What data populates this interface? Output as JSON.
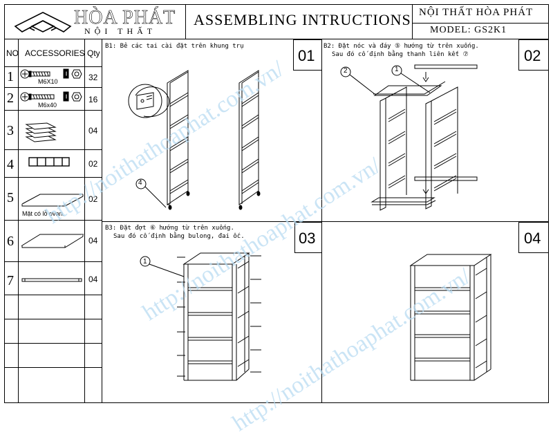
{
  "header": {
    "brand_name": "HÒA PHÁT",
    "brand_sub": "NỘI THẤT",
    "doc_title": "ASSEMBLING INTRUCTIONS",
    "company": "NỘI THẤT HÒA PHÁT",
    "model": "MODEL: GS2K1"
  },
  "table": {
    "col_no": "NO",
    "col_accessories": "ACCESSORIES",
    "col_qty": "Qty",
    "rows": [
      {
        "no": "1",
        "label": "M6X10",
        "qty": "32"
      },
      {
        "no": "2",
        "label": "M6x40",
        "qty": "16"
      },
      {
        "no": "3",
        "label": "",
        "qty": "04"
      },
      {
        "no": "4",
        "label": "",
        "qty": "02"
      },
      {
        "no": "5",
        "label": "Mặt có lỗ ovan.",
        "qty": "02"
      },
      {
        "no": "6",
        "label": "",
        "qty": "04"
      },
      {
        "no": "7",
        "label": "",
        "qty": "04"
      }
    ]
  },
  "steps": [
    {
      "num": "01",
      "text1": "B1: Bẻ các tai cài đặt trên khung trụ",
      "text2": "",
      "callout": "4"
    },
    {
      "num": "02",
      "text1": "B2: Đặt nóc và đáy ⑤ hướng từ trên xuống.",
      "text2": "Sau đó cố định bằng thanh liên kết ⑦",
      "callout_a": "2",
      "callout_b": "1"
    },
    {
      "num": "03",
      "text1": "B3: Đặt đợt ⑥ hướng từ trên xuống.",
      "text2": "Sau đó cố định bằng bulong, đai ốc.",
      "callout": "1"
    },
    {
      "num": "04",
      "text1": "",
      "text2": ""
    }
  ],
  "watermark": "http://noithathoaphat.com.vn/"
}
